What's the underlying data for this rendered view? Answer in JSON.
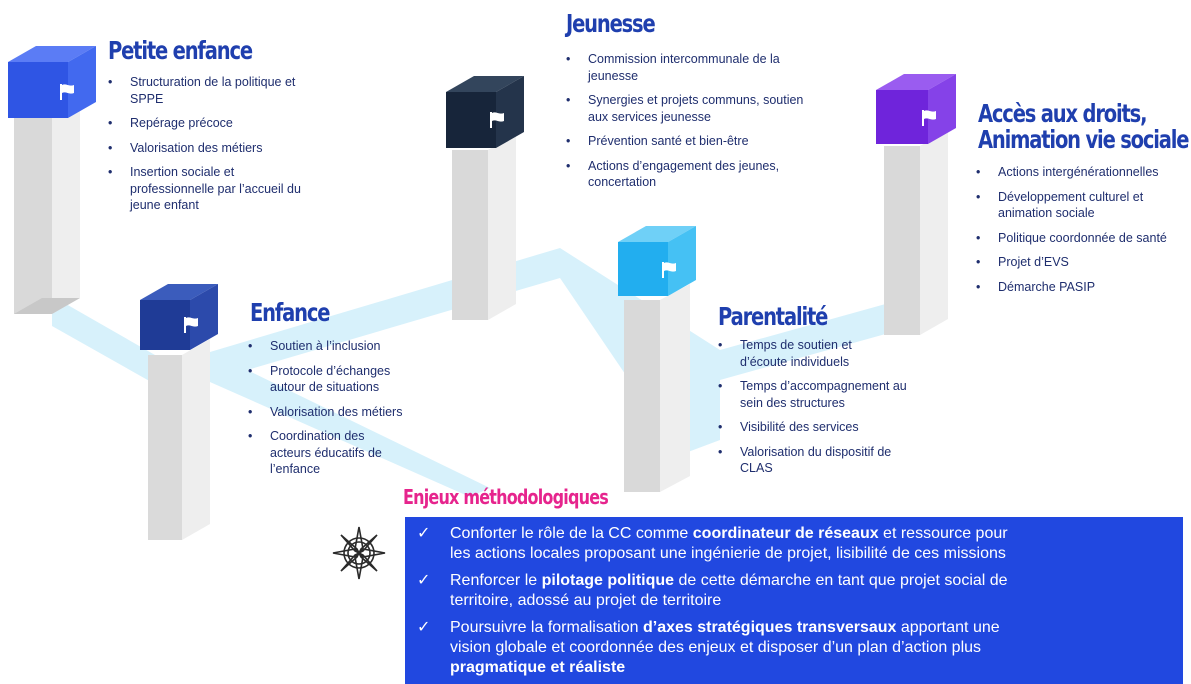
{
  "sections": {
    "petite_enfance": {
      "title": "Petite enfance",
      "items": [
        "Structuration de la politique et SPPE",
        "Repérage précoce",
        "Valorisation des métiers",
        "Insertion sociale et professionnelle par l’accueil du jeune enfant"
      ]
    },
    "enfance": {
      "title": "Enfance",
      "items": [
        "Soutien à l’inclusion",
        "Protocole d’échanges autour de situations",
        "Valorisation des métiers",
        "Coordination des acteurs éducatifs de l’enfance"
      ]
    },
    "jeunesse": {
      "title": "Jeunesse",
      "items": [
        "Commission intercommunale de la jeunesse",
        "Synergies et projets communs, soutien aux services jeunesse",
        "Prévention santé et bien-être",
        "Actions d’engagement des jeunes, concertation"
      ]
    },
    "parentalite": {
      "title": "Parentalité",
      "items": [
        "Temps de soutien et d’écoute individuels",
        "Temps d’accompagnement au sein des structures",
        "Visibilité des services",
        "Valorisation du dispositif de CLAS"
      ]
    },
    "acces_droits": {
      "title_line1": "Accès aux droits,",
      "title_line2": "Animation vie sociale",
      "items": [
        "Actions intergénérationnelles",
        "Développement culturel et animation sociale",
        "Politique coordonnée de santé",
        "Projet d’EVS",
        "Démarche PASIP"
      ]
    }
  },
  "bullet_char": "•",
  "check_char": "✓",
  "cube_colors": {
    "petite_enfance": "#3558e8",
    "enfance": "#233f9e",
    "jeunesse": "#1c2a3d",
    "parentalite": "#2ab4f2",
    "acces_droits": "#7a2fe2"
  },
  "accent_colors": {
    "title": "#1f3fae",
    "methodo_title": "#e6248d",
    "methodo_box": "#2148e0",
    "path": "#d7f1fb"
  },
  "icons": {
    "cube_flag": "flag-icon",
    "compass": "compass-rose-icon"
  },
  "methodo": {
    "title": "Enjeux méthodologiques",
    "items": [
      {
        "pre": "Conforter le rôle de la CC comme ",
        "bold": "coordinateur de réseaux",
        "post1": " et ressource pour",
        "post2": "les actions locales proposant une ingénierie de projet, lisibilité de ces missions"
      },
      {
        "pre": "Renforcer le ",
        "bold": "pilotage politique",
        "post1": " de cette démarche en tant que projet social de",
        "post2": "territoire, adossé au projet de territoire"
      },
      {
        "pre": "Poursuivre la formalisation ",
        "bold": "d’axes stratégiques transversaux",
        "post1": " apportant une",
        "post2": "vision globale et coordonnée des enjeux et disposer d’un plan d’action plus",
        "bold3": "pragmatique et réaliste"
      }
    ]
  }
}
